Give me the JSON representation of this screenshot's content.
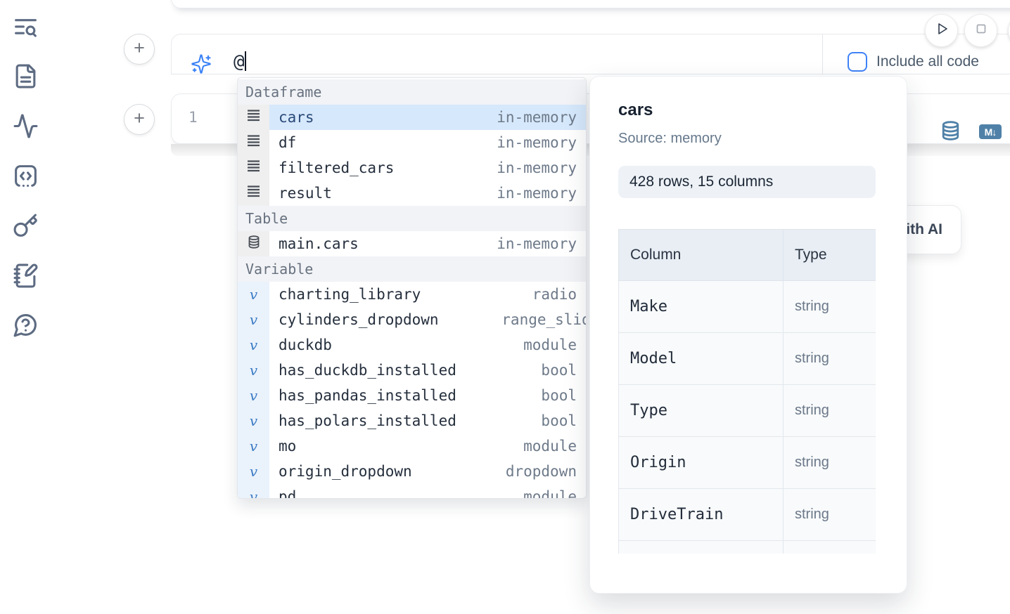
{
  "sidebar": {
    "icons": [
      {
        "name": "list-search-icon"
      },
      {
        "name": "file-text-icon"
      },
      {
        "name": "activity-icon"
      },
      {
        "name": "code-snippet-icon"
      },
      {
        "name": "key-icon"
      },
      {
        "name": "notebook-pen-icon"
      },
      {
        "name": "help-chat-icon"
      }
    ]
  },
  "toolbar": {
    "run_icon": "play-icon",
    "stop_icon": "square-icon"
  },
  "ai_prompt": {
    "typed_text": "@",
    "sparkles_icon": "sparkles-icon",
    "include_all_code_label": "Include all code",
    "checkbox_checked": false
  },
  "editor": {
    "line_number": "1",
    "database_icon": "database-icon",
    "markdown_icon_label": "M↓"
  },
  "generate_button": {
    "label": "Generate with AI"
  },
  "autocomplete": {
    "sections": [
      {
        "label": "Dataframe",
        "items": [
          {
            "icon": "dataframe-icon",
            "name": "cars",
            "type": "in-memory",
            "selected": true
          },
          {
            "icon": "dataframe-icon",
            "name": "df",
            "type": "in-memory"
          },
          {
            "icon": "dataframe-icon",
            "name": "filtered_cars",
            "type": "in-memory"
          },
          {
            "icon": "dataframe-icon",
            "name": "result",
            "type": "in-memory"
          }
        ]
      },
      {
        "label": "Table",
        "items": [
          {
            "icon": "database-icon",
            "name": "main.cars",
            "type": "in-memory"
          }
        ]
      },
      {
        "label": "Variable",
        "items": [
          {
            "icon": "variable-icon",
            "name": "charting_library",
            "type": "radio"
          },
          {
            "icon": "variable-icon",
            "name": "cylinders_dropdown",
            "type": "range_slider",
            "clip": true
          },
          {
            "icon": "variable-icon",
            "name": "duckdb",
            "type": "module"
          },
          {
            "icon": "variable-icon",
            "name": "has_duckdb_installed",
            "type": "bool"
          },
          {
            "icon": "variable-icon",
            "name": "has_pandas_installed",
            "type": "bool"
          },
          {
            "icon": "variable-icon",
            "name": "has_polars_installed",
            "type": "bool"
          },
          {
            "icon": "variable-icon",
            "name": "mo",
            "type": "module"
          },
          {
            "icon": "variable-icon",
            "name": "origin_dropdown",
            "type": "dropdown"
          },
          {
            "icon": "variable-icon",
            "name": "pd",
            "type": "module"
          }
        ]
      }
    ]
  },
  "preview": {
    "title": "cars",
    "source": "Source: memory",
    "shape": "428 rows, 15 columns",
    "table": {
      "headers": [
        "Column",
        "Type"
      ],
      "rows": [
        [
          "Make",
          "string"
        ],
        [
          "Model",
          "string"
        ],
        [
          "Type",
          "string"
        ],
        [
          "Origin",
          "string"
        ],
        [
          "DriveTrain",
          "string"
        ],
        [
          "",
          ""
        ]
      ]
    }
  },
  "colors": {
    "accent_blue": "#3b82f6",
    "steel_blue": "#4f81a8",
    "selected_row_bg": "#d6e8fb",
    "section_header_bg": "#f2f3f6",
    "badge_bg": "#eef2f7",
    "table_header_bg": "#e8eef4"
  }
}
